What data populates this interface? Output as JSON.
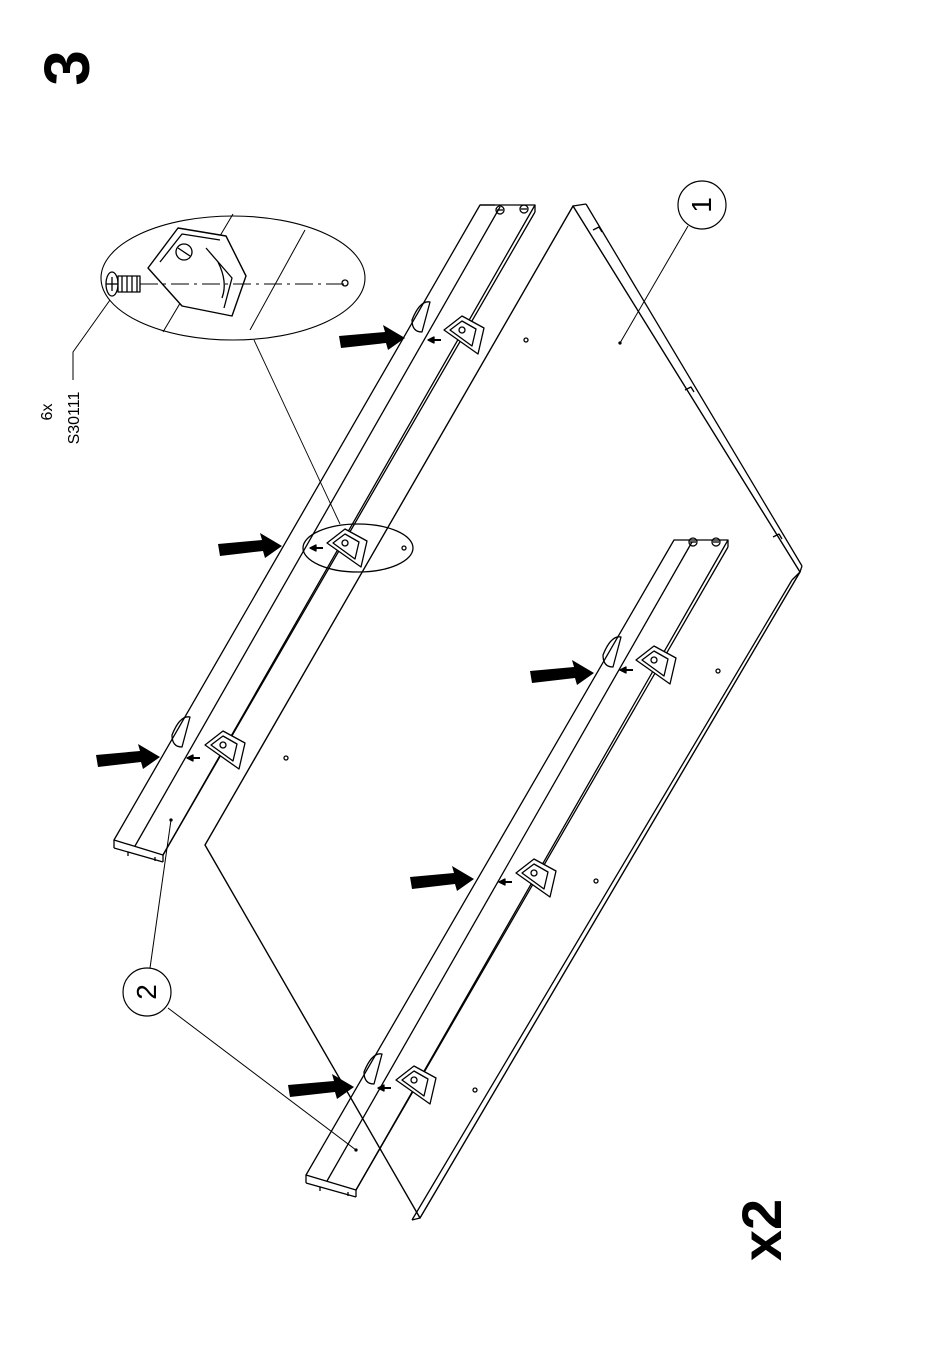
{
  "step": {
    "number": "3",
    "multiplier": "x2"
  },
  "hardware": {
    "quantity": "6x",
    "code": "S30111"
  },
  "callouts": [
    {
      "label": "1",
      "part": "panel"
    },
    {
      "label": "2",
      "part": "rail"
    }
  ],
  "icons": [
    "push-arrow-icon",
    "bracket-icon",
    "screw-icon",
    "magnifier-detail"
  ],
  "colors": {
    "line": "#000000",
    "background": "#ffffff",
    "arrow": "#000000"
  }
}
